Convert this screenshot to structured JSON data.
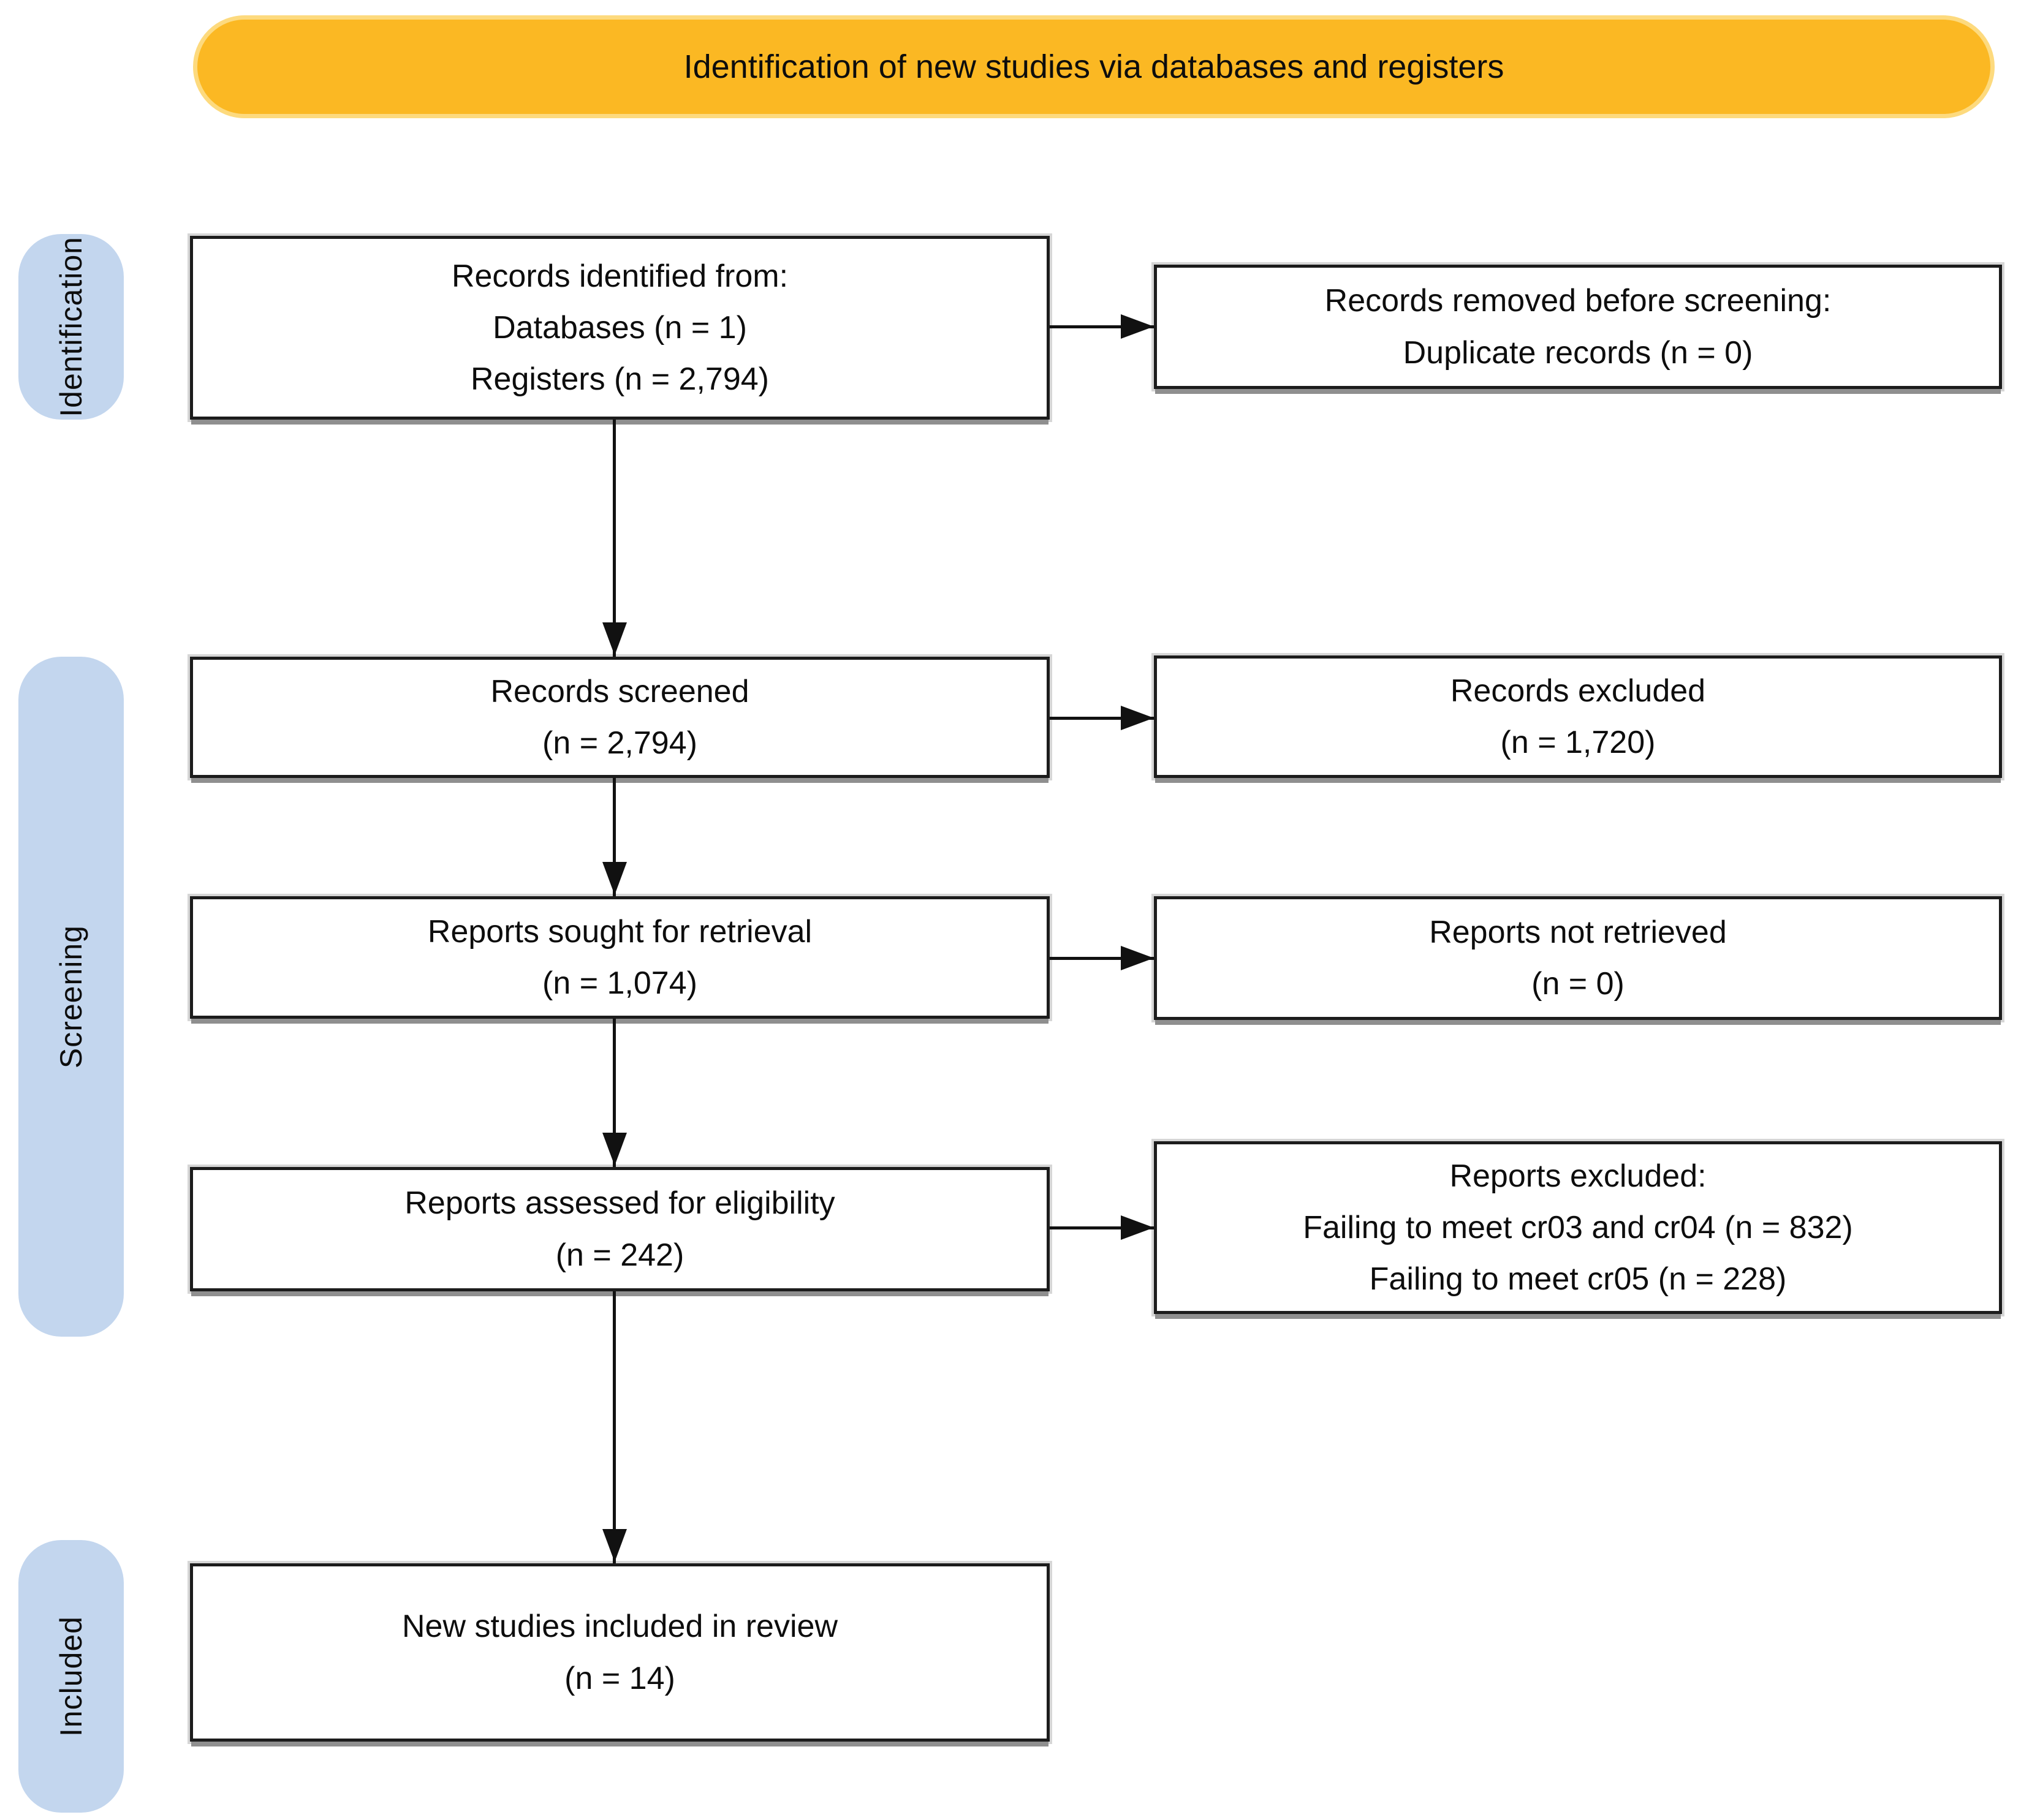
{
  "banner": {
    "label": "Identification of new studies via databases and registers"
  },
  "stages": [
    {
      "label": "Identification"
    },
    {
      "label": "Screening"
    },
    {
      "label": "Included"
    }
  ],
  "main_flow": [
    {
      "lines": [
        "Records identified from:",
        "Databases (n = 1)",
        "Registers (n = 2,794)"
      ]
    },
    {
      "lines": [
        "Records screened",
        "(n = 2,794)"
      ]
    },
    {
      "lines": [
        "Reports sought for retrieval",
        "(n = 1,074)"
      ]
    },
    {
      "lines": [
        "Reports assessed for eligibility",
        "(n = 242)"
      ]
    },
    {
      "lines": [
        "New studies included in review",
        "(n = 14)"
      ]
    }
  ],
  "side_flow": [
    {
      "lines": [
        "Records removed before screening:",
        "Duplicate records (n = 0)"
      ]
    },
    {
      "lines": [
        "Records excluded",
        "(n = 1,720)"
      ]
    },
    {
      "lines": [
        "Reports not retrieved",
        "(n = 0)"
      ]
    },
    {
      "lines": [
        "Reports excluded:",
        "Failing to meet cr03 and cr04 (n = 832)",
        "Failing to meet cr05 (n = 228)"
      ]
    }
  ],
  "colors": {
    "banner_fill": "#FBB823",
    "banner_edge": "#FDDA7E",
    "stage_fill": "#C3D6EE",
    "box_border": "#1C1C1C",
    "arrow": "#111111"
  }
}
